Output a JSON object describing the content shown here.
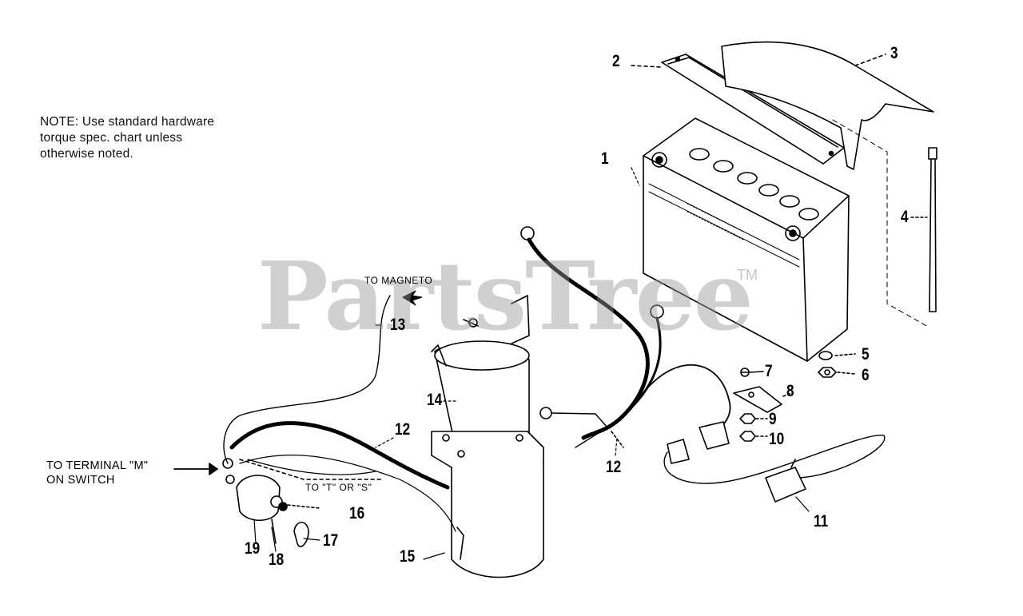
{
  "note": {
    "line1": "NOTE: Use standard hardware",
    "line2": "torque spec. chart unless",
    "line3": "otherwise noted."
  },
  "labels": {
    "magneto": "TO MAGNETO",
    "terminal_m_line1": "TO TERMINAL \"M\"",
    "terminal_m_line2": "ON SWITCH",
    "to_t_or_s": "TO \"T\" OR \"S\""
  },
  "watermark": {
    "text": "PartsTree",
    "tm": "TM"
  },
  "callouts": {
    "c1": "1",
    "c2": "2",
    "c3": "3",
    "c4": "4",
    "c5": "5",
    "c6": "6",
    "c7": "7",
    "c8": "8",
    "c9": "9",
    "c10": "10",
    "c11": "11",
    "c12a": "12",
    "c12b": "12",
    "c13": "13",
    "c14": "14",
    "c15": "15",
    "c16": "16",
    "c17": "17",
    "c18": "18",
    "c19": "19"
  }
}
